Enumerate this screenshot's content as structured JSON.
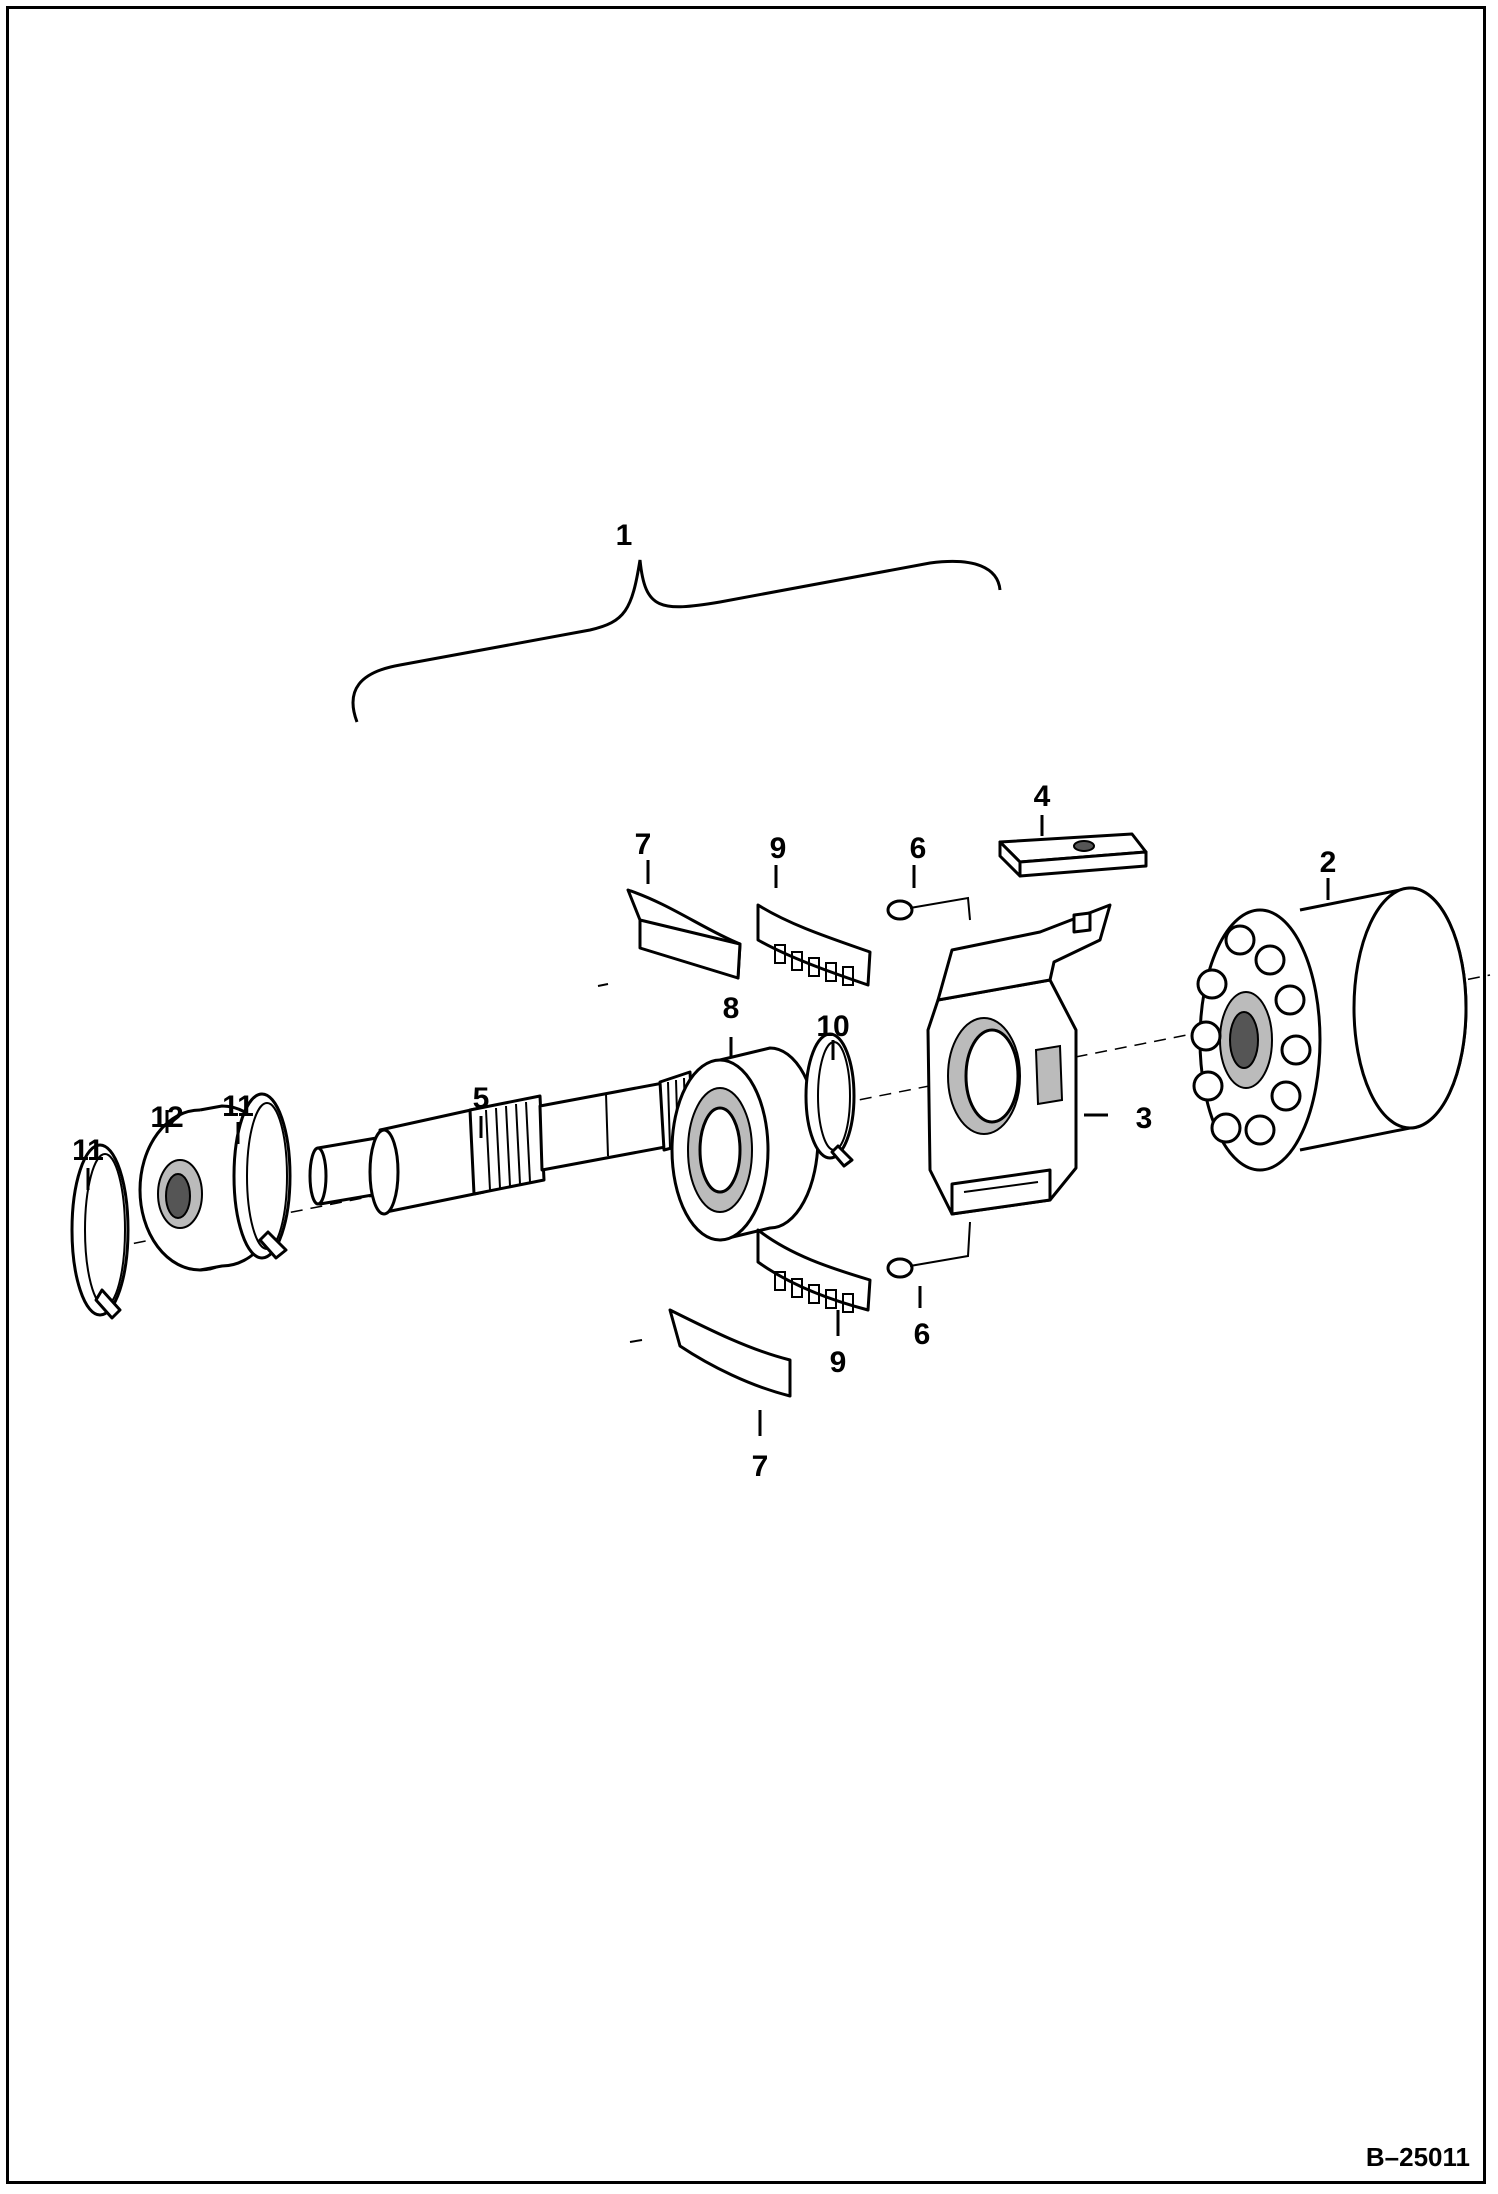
{
  "callouts": {
    "c1": "1",
    "c2": "2",
    "c3": "3",
    "c4": "4",
    "c5": "5",
    "c6a": "6",
    "c6b": "6",
    "c7a": "7",
    "c7b": "7",
    "c8": "8",
    "c9a": "9",
    "c9b": "9",
    "c10": "10",
    "c11a": "11",
    "c11b": "11",
    "c12": "12"
  },
  "figure_ref": "B–25011"
}
